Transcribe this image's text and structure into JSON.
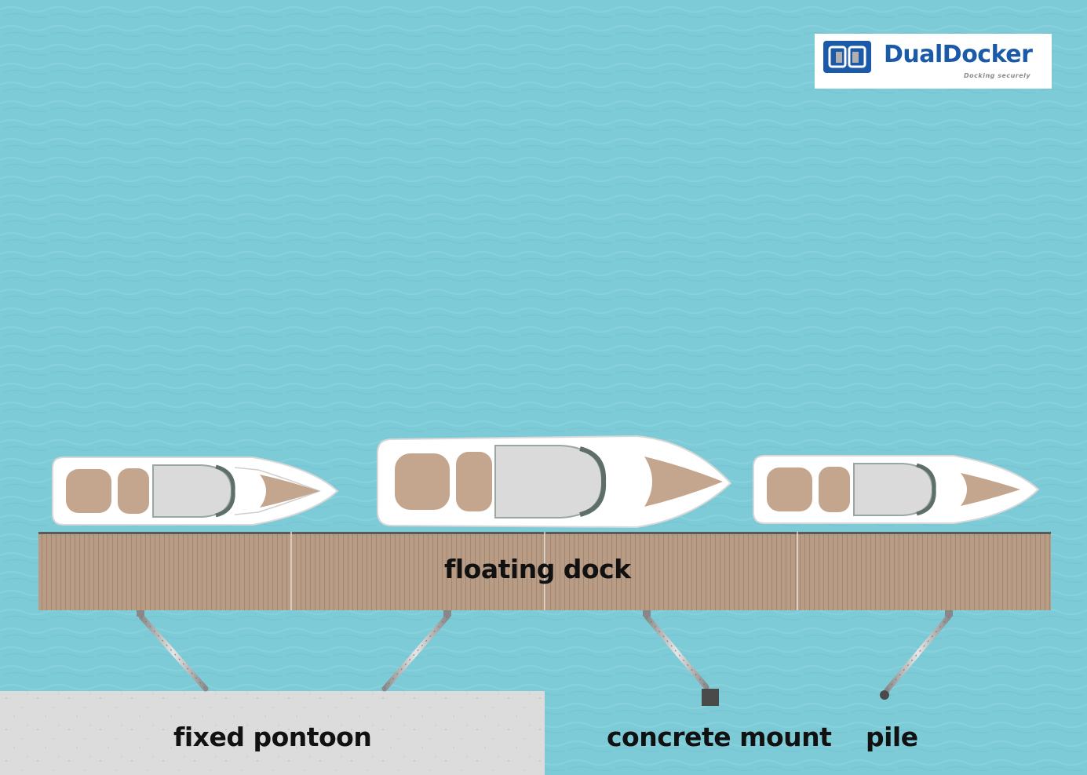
{
  "brand": {
    "name": "DualDocker",
    "tagline": "Docking securely",
    "logo_icon": "dualdocker-logo-icon",
    "color": "#1a5aa8"
  },
  "labels": {
    "floating_dock": "floating dock",
    "fixed_pontoon": "fixed pontoon",
    "concrete_mount": "concrete mount",
    "pile": "pile"
  },
  "colors": {
    "water": "#7ecbd8",
    "dock": "#b99c85",
    "pontoon": "#dcdcdc",
    "boat_deck": "#c4a68e",
    "boat_hull": "#ffffff"
  }
}
